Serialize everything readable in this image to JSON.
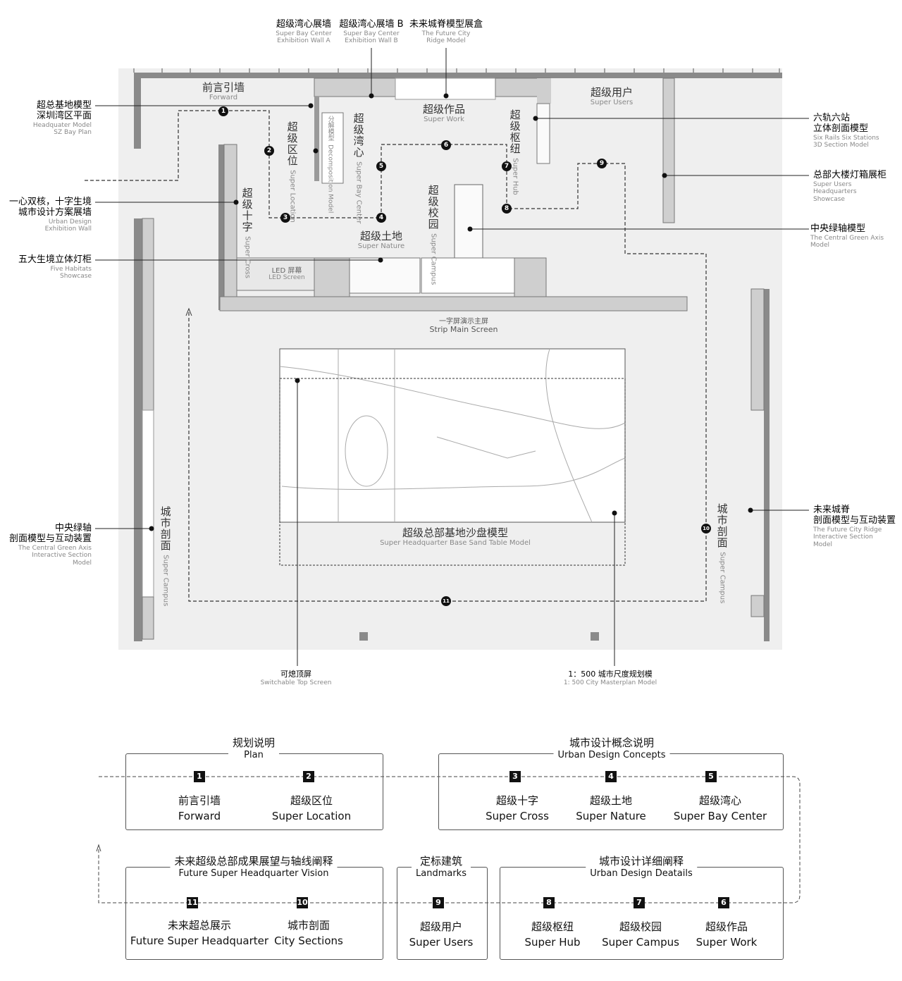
{
  "top_labels": [
    {
      "cn": "超级湾心展墙",
      "en1": "Super Bay Center",
      "en2": "Exhibition Wall A"
    },
    {
      "cn": "超级湾心展墙 B",
      "en1": "Super Bay Center",
      "en2": "Exhibition Wall B"
    },
    {
      "cn": "未来城脊模型展盒",
      "en1": "The Future City",
      "en2": "Ridge Model"
    }
  ],
  "left_labels": [
    {
      "cn1": "超总基地模型",
      "cn2": "深圳湾区平面",
      "en1": "Headquater Model",
      "en2": "SZ Bay Plan"
    },
    {
      "cn1": "一心双核，十字生境",
      "cn2": "城市设计方案展墙",
      "en1": "Urban Design",
      "en2": "Exhibition Wall"
    },
    {
      "cn1": "五大生境立体灯柜",
      "cn2": "",
      "en1": "Five Habitats",
      "en2": "Showcase"
    },
    {
      "cn1": "中央绿轴",
      "cn2": "剖面模型与互动装置",
      "en1": "The Central Green Axis",
      "en2": "Interactive Section",
      "en3": "Model"
    }
  ],
  "right_labels": [
    {
      "cn1": "六轨六站",
      "cn2": "立体剖面模型",
      "en1": "Six Rails Six Stations",
      "en2": "3D Section Model"
    },
    {
      "cn1": "总部大楼灯箱展柜",
      "en1": "Super Users",
      "en2": "Headquarters",
      "en3": "Showcase"
    },
    {
      "cn1": "中央绿轴模型",
      "en1": "The Central Green Axis",
      "en2": "Model"
    },
    {
      "cn1": "未来城脊",
      "cn2": "剖面模型与互动装置",
      "en1": "The Future City Ridge",
      "en2": "Interactive Section",
      "en3": "Model"
    }
  ],
  "bottom_labels": [
    {
      "cn": "可熄顶屏",
      "en": "Switchable Top Screen"
    },
    {
      "cn": "1：500 城市尺度规划模",
      "en": "1: 500 City Masterplan Model"
    }
  ],
  "zones": {
    "forward": {
      "cn": "前言引墙",
      "en": "Forward"
    },
    "work": {
      "cn": "超级作品",
      "en": "Super Work"
    },
    "users": {
      "cn": "超级用户",
      "en": "Super Users"
    },
    "location": {
      "cn": "超级区位",
      "en": "Super Location"
    },
    "decomp": {
      "cn": "分解模型",
      "en": "Decomposition Model"
    },
    "baycenter": {
      "cn": "超级湾心",
      "en": "Super Bay Center"
    },
    "hub": {
      "cn": "超级枢纽",
      "en": "Super Hub"
    },
    "cross": {
      "cn": "超级十字",
      "en": "Super Cross"
    },
    "campus": {
      "cn": "超级校园",
      "en": "Super Campus"
    },
    "nature": {
      "cn": "超级土地",
      "en": "Super Nature"
    },
    "led": {
      "cn": "LED 屏幕",
      "en": "LED Screen"
    },
    "strip": {
      "cn": "一字屏演示主屏",
      "en": "Strip Main Screen"
    },
    "sandtable": {
      "cn": "超级总部基地沙盘模型",
      "en": "Super Headquarter Base Sand Table Model"
    },
    "section_left": {
      "cn": "城市剖面",
      "en": "Super Campus"
    },
    "section_right": {
      "cn": "城市剖面",
      "en": "Super Campus"
    }
  },
  "route_markers": [
    "1",
    "2",
    "3",
    "4",
    "5",
    "6",
    "7",
    "8",
    "9",
    "10",
    "11"
  ],
  "legend": {
    "plan": {
      "cn": "规划说明",
      "en": "Plan",
      "items": [
        {
          "n": "1",
          "cn": "前言引墙",
          "en": "Forward"
        },
        {
          "n": "2",
          "cn": "超级区位",
          "en": "Super Location"
        }
      ]
    },
    "concepts": {
      "cn": "城市设计概念说明",
      "en": "Urban Design Concepts",
      "items": [
        {
          "n": "3",
          "cn": "超级十字",
          "en": "Super Cross"
        },
        {
          "n": "4",
          "cn": "超级土地",
          "en": "Super Nature"
        },
        {
          "n": "5",
          "cn": "超级湾心",
          "en": "Super Bay Center"
        }
      ]
    },
    "vision": {
      "cn": "未来超级总部成果展望与轴线阐释",
      "en": "Future Super Headquarter Vision",
      "items": [
        {
          "n": "11",
          "cn": "未来超总展示",
          "en": "Future Super Headquarter"
        },
        {
          "n": "10",
          "cn": "城市剖面",
          "en": "City Sections"
        }
      ]
    },
    "landmarks": {
      "cn": "定标建筑",
      "en": "Landmarks",
      "items": [
        {
          "n": "9",
          "cn": "超级用户",
          "en": "Super Users"
        }
      ]
    },
    "details": {
      "cn": "城市设计详细阐释",
      "en": "Urban Design Deatails",
      "items": [
        {
          "n": "8",
          "cn": "超级枢纽",
          "en": "Super Hub"
        },
        {
          "n": "7",
          "cn": "超级校园",
          "en": "Super Campus"
        },
        {
          "n": "6",
          "cn": "超级作品",
          "en": "Super Work"
        }
      ]
    }
  }
}
